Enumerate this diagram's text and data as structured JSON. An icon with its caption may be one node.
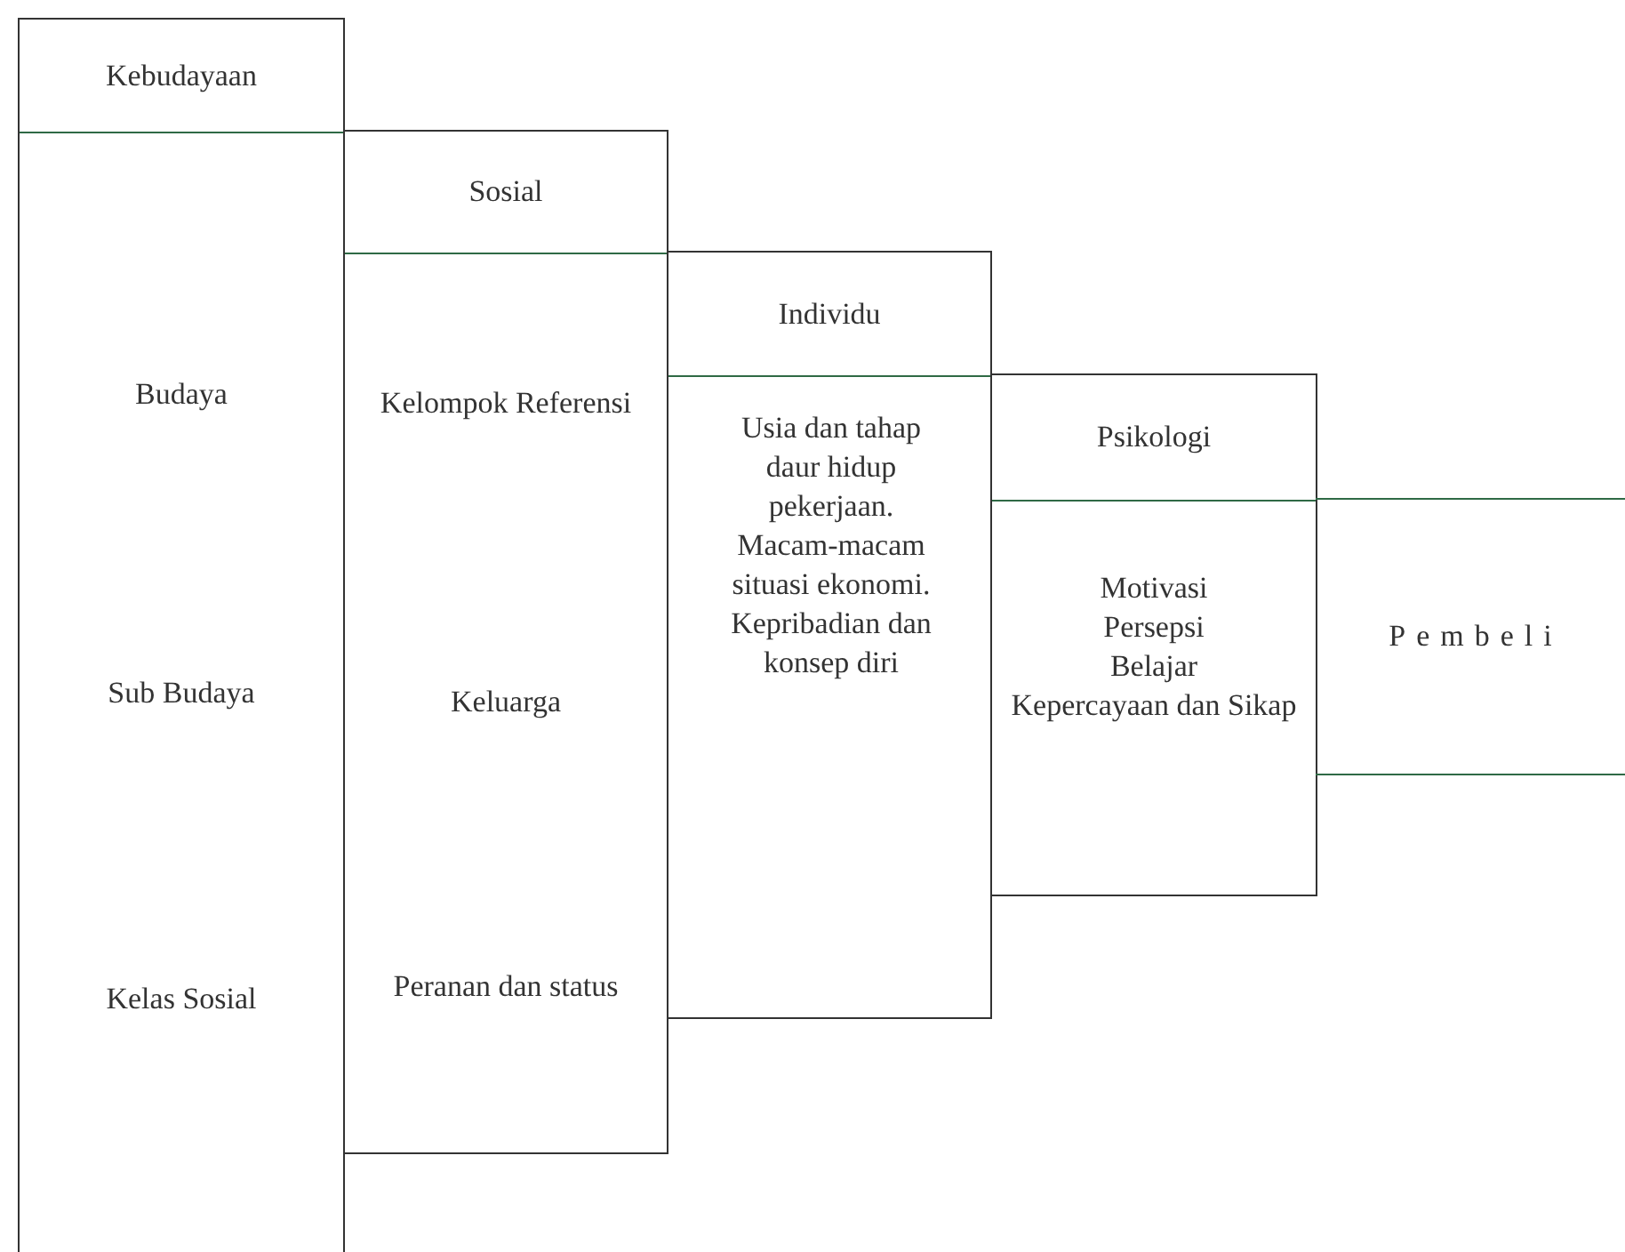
{
  "diagram": {
    "nodes": [
      {
        "text": [
          "Kebudayaan",
          "Budaya",
          "Sub Budaya",
          "Kelas Sosial"
        ]
      },
      {
        "text": [
          "Sosial",
          "Kelompok Referensi",
          "Keluarga",
          "Peranan dan status"
        ]
      },
      {
        "text": [
          "Individu",
          "Usia dan tahap daur hidup pekerjaan. Macam-macam situasi ekonomi. Kepribadian dan konsep diri"
        ]
      },
      {
        "text": [
          "Psikologi",
          "Motivasi",
          "Persepsi",
          "Belajar",
          "Kepercayaan dan Sikap"
        ]
      },
      {
        "text": [
          "Pembeli"
        ]
      }
    ]
  }
}
